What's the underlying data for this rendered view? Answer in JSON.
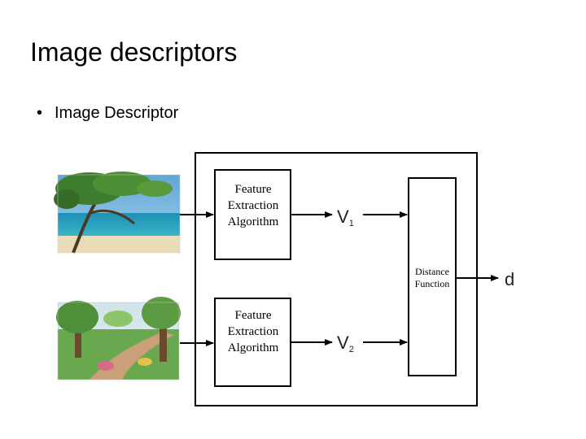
{
  "slide": {
    "title": "Image descriptors",
    "bullets": [
      "Image Descriptor"
    ]
  },
  "diagram": {
    "blocks": [
      {
        "lines": [
          "Feature",
          "Extraction",
          "Algorithm"
        ]
      },
      {
        "lines": [
          "Feature",
          "Extraction",
          "Algorithm"
        ]
      }
    ],
    "vectors": [
      {
        "base": "V",
        "sub": "1"
      },
      {
        "base": "V",
        "sub": "2"
      }
    ],
    "distance_block": {
      "lines": [
        "Distance",
        "Function"
      ]
    },
    "output_label": "d",
    "images": [
      {
        "icon": "beach-scene-image"
      },
      {
        "icon": "garden-path-image"
      }
    ]
  }
}
